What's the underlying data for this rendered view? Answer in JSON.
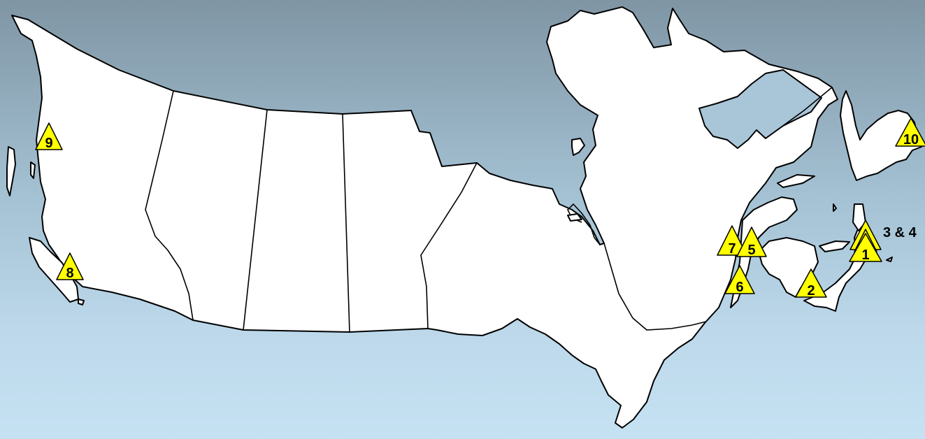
{
  "markers": [
    {
      "id": "1",
      "label": "1"
    },
    {
      "id": "2",
      "label": "2"
    },
    {
      "id": "3",
      "label": ""
    },
    {
      "id": "4",
      "label": ""
    },
    {
      "id": "5",
      "label": "5"
    },
    {
      "id": "6",
      "label": "6"
    },
    {
      "id": "7",
      "label": "7"
    },
    {
      "id": "8",
      "label": "8"
    },
    {
      "id": "9",
      "label": "9"
    },
    {
      "id": "10",
      "label": "10"
    }
  ],
  "callout_label": "3 & 4",
  "colors": {
    "marker_fill": "#ffff00",
    "land": "#ffffff",
    "outline": "#000000",
    "sky_top": "#7f95a4",
    "sky_bottom": "#c5e2f3"
  }
}
